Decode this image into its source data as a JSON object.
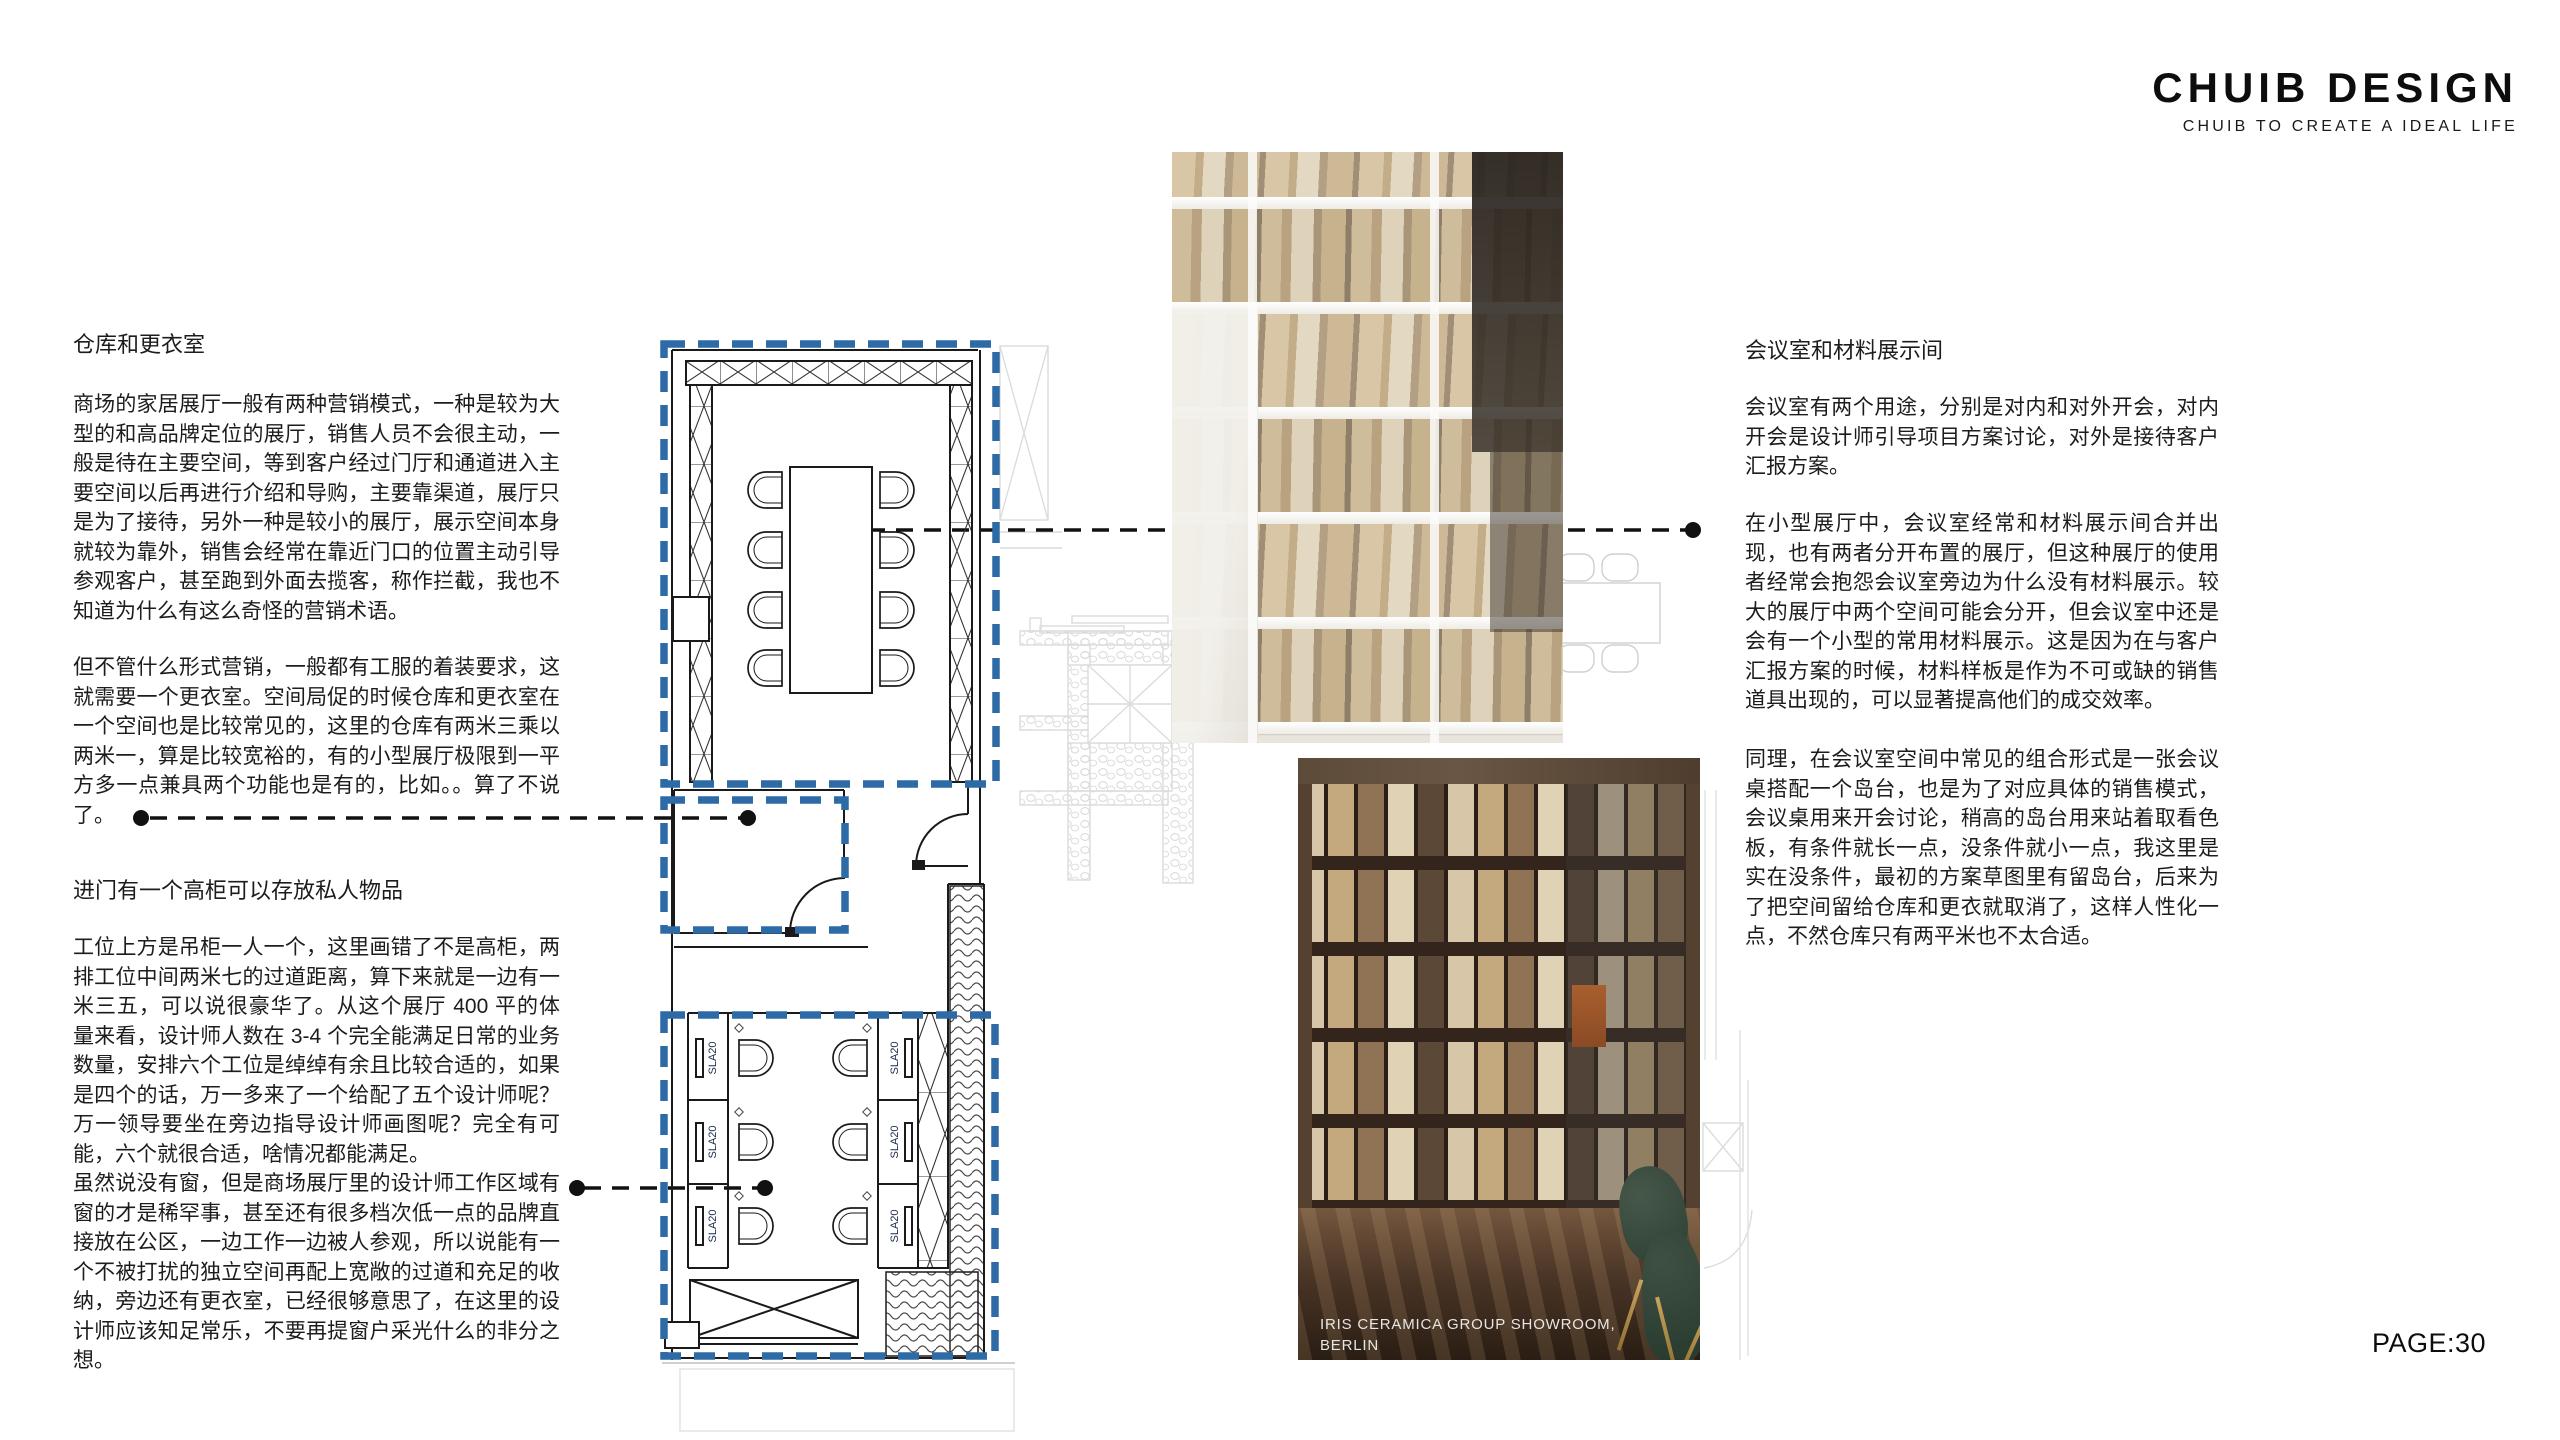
{
  "logo": {
    "title": "CHUIB DESIGN",
    "tagline": "CHUIB TO CREATE A IDEAL LIFE"
  },
  "page": {
    "label": "PAGE:30"
  },
  "left_column": {
    "heading1": "仓库和更衣室",
    "para1": "商场的家居展厅一般有两种营销模式，一种是较为大型的和高品牌定位的展厅，销售人员不会很主动，一般是待在主要空间，等到客户经过门厅和通道进入主要空间以后再进行介绍和导购，主要靠渠道，展厅只是为了接待，另外一种是较小的展厅，展示空间本身就较为靠外，销售会经常在靠近门口的位置主动引导参观客户，甚至跑到外面去揽客，称作拦截，我也不知道为什么有这么奇怪的营销术语。",
    "para2": "但不管什么形式营销，一般都有工服的着装要求，这就需要一个更衣室。空间局促的时候仓库和更衣室在一个空间也是比较常见的，这里的仓库有两米三乘以两米一，算是比较宽裕的，有的小型展厅极限到一平方多一点兼具两个功能也是有的，比如。。算了不说了。",
    "heading2": "进门有一个高柜可以存放私人物品",
    "para3": "工位上方是吊柜一人一个，这里画错了不是高柜，两排工位中间两米七的过道距离，算下来就是一边有一米三五，可以说很豪华了。从这个展厅 400 平的体量来看，设计师人数在 3-4 个完全能满足日常的业务数量，安排六个工位是绰绰有余且比较合适的，如果是四个的话，万一多来了一个给配了五个设计师呢？万一领导要坐在旁边指导设计师画图呢？完全有可能，六个就很合适，啥情况都能满足。",
    "para4": "虽然说没有窗，但是商场展厅里的设计师工作区域有窗的才是稀罕事，甚至还有很多档次低一点的品牌直接放在公区，一边工作一边被人参观，所以说能有一个不被打扰的独立空间再配上宽敞的过道和充足的收纳，旁边还有更衣室，已经很够意思了，在这里的设计师应该知足常乐，不要再提窗户采光什么的非分之想。"
  },
  "right_column": {
    "heading": "会议室和材料展示间",
    "para1": "会议室有两个用途，分别是对内和对外开会，对内开会是设计师引导项目方案讨论，对外是接待客户汇报方案。",
    "para2": "在小型展厅中，会议室经常和材料展示间合并出现，也有两者分开布置的展厅，但这种展厅的使用者经常会抱怨会议室旁边为什么没有材料展示。较大的展厅中两个空间可能会分开，但会议室中还是会有一个小型的常用材料展示。这是因为在与客户汇报方案的时候，材料样板是作为不可或缺的销售道具出现的，可以显著提高他们的成交效率。",
    "para3": "同理，在会议室空间中常见的组合形式是一张会议桌搭配一个岛台，也是为了对应具体的销售模式，会议桌用来开会讨论，稍高的岛台用来站着取看色板，有条件就长一点，没条件就小一点，我这里是实在没条件，最初的方案草图里有留岛台，后来为了把空间留给仓库和更衣就取消了，这样人性化一点，不然仓库只有两平米也不太合适。"
  },
  "floor_plan": {
    "desk_label": "SLA20"
  },
  "photos": {
    "bottom_caption_line1": "IRIS CERAMICA GROUP SHOWROOM,",
    "bottom_caption_line2": "BERLIN"
  },
  "colors": {
    "accent_blue": "#2e6ba6",
    "connector_black": "#111111",
    "text": "#1c1c1c"
  }
}
